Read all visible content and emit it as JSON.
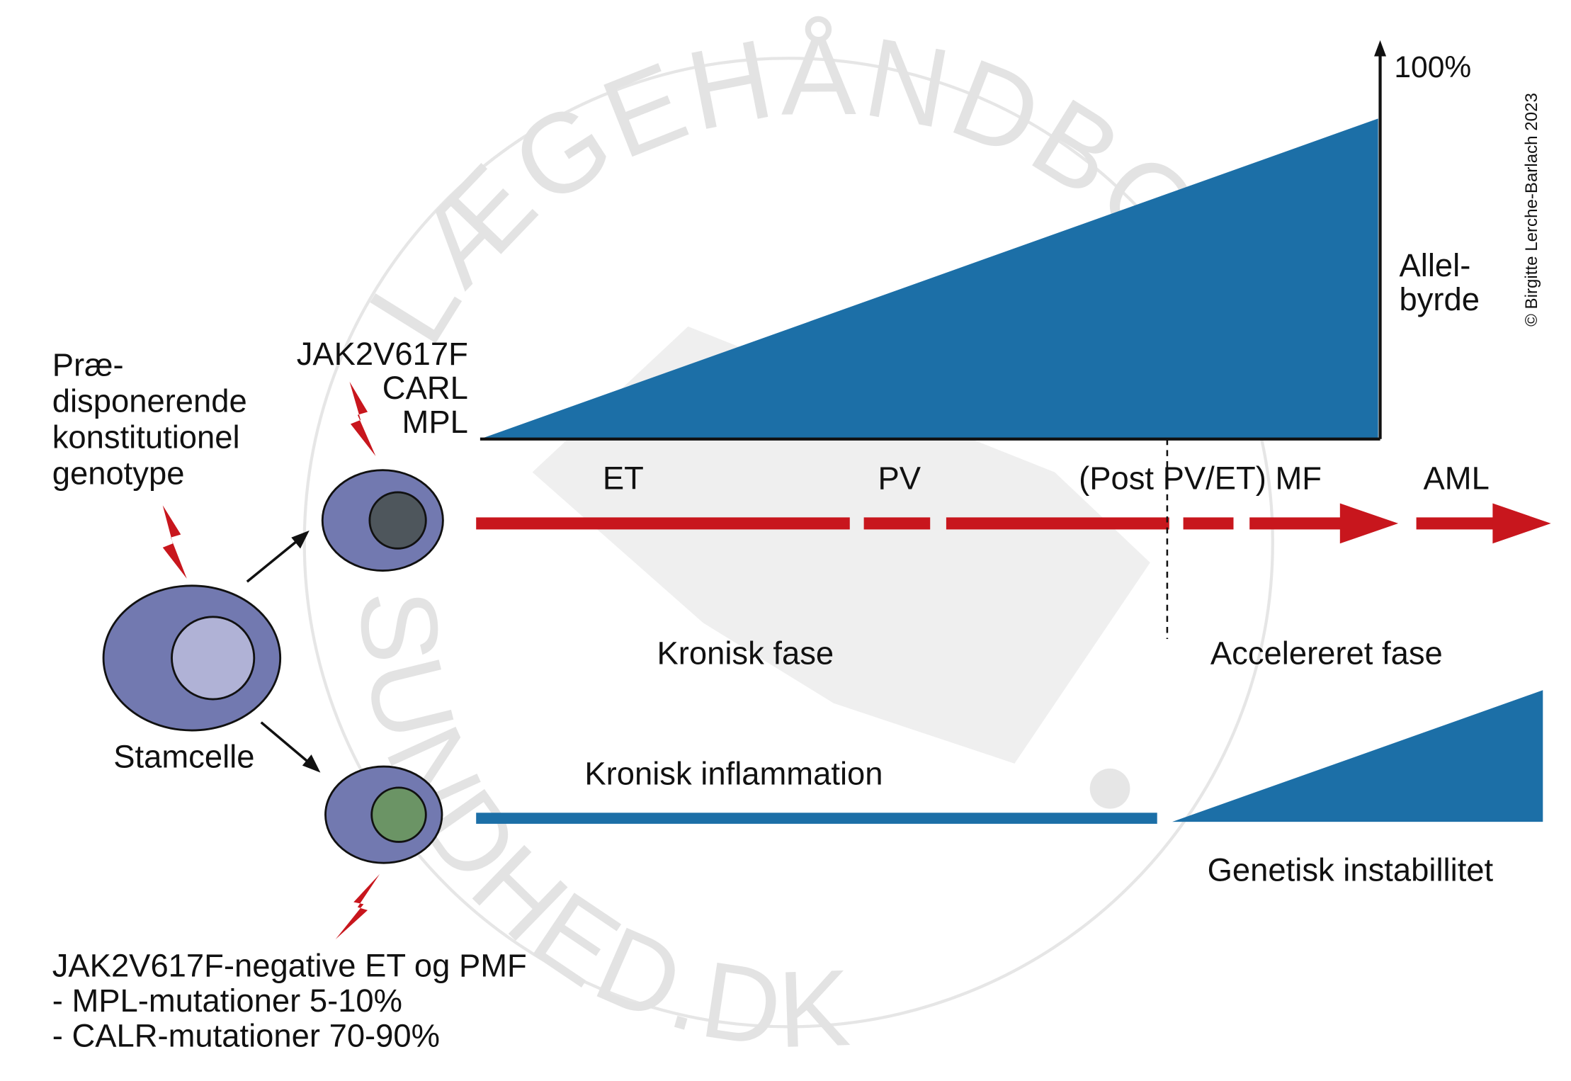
{
  "watermark": {
    "top_arc_text": "LÆGEHÅNDBOGEN",
    "bottom_arc_text": "SUNDHED.DK",
    "color": "#e3e3e3"
  },
  "copyright": "© Birgitte Lerche-Barlach 2023",
  "axis": {
    "top_label": "100%",
    "side_label_line1": "Allel-",
    "side_label_line2": "byrde"
  },
  "predisposition": {
    "line1": "Præ-",
    "line2": "disponerende",
    "line3": "konstitutionel",
    "line4": "genotype"
  },
  "mutations_top": {
    "line1": "JAK2V617F",
    "line2": "CARL",
    "line3": "MPL"
  },
  "stem_cell_label": "Stamcelle",
  "phases": {
    "et": "ET",
    "pv": "PV",
    "mf": "(Post PV/ET) MF",
    "aml": "AML"
  },
  "chronic_phase": "Kronisk fase",
  "accelerated_phase": "Accelereret fase",
  "chronic_inflammation": "Kronisk inflammation",
  "genetic_instability": "Genetisk instabillitet",
  "negative_note": {
    "line1": "JAK2V617F-negative ET og PMF",
    "line2": "- MPL-mutationer 5-10%",
    "line3": "- CALR-mutationer 70-90%"
  },
  "colors": {
    "blue_wedge": "#1c6fa7",
    "red_arrow": "#c8161d",
    "cell_outer": "#7279b0",
    "stem_nucleus": "#b0b2d6",
    "dark_nucleus": "#4e565c",
    "green_nucleus": "#6b9465"
  }
}
